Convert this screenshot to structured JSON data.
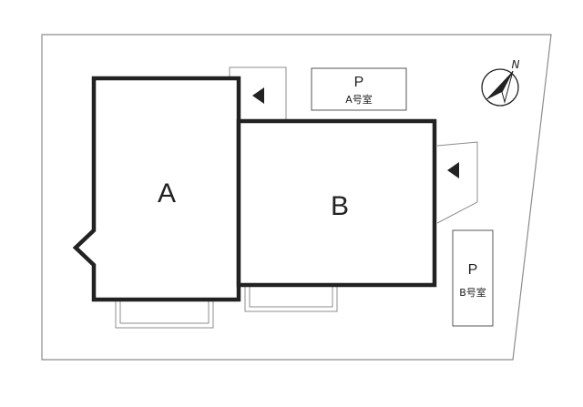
{
  "buildings": [
    {
      "label": "A"
    },
    {
      "label": "B"
    }
  ],
  "parking": [
    {
      "label": "P",
      "room": "A号室"
    },
    {
      "label": "P",
      "room": "B号室"
    }
  ],
  "compass": {
    "label": "N"
  },
  "icons": {
    "entrance": "triangle-left-arrow-icon",
    "compass": "north-arrow-icon"
  },
  "colors": {
    "building_outline": "#222222",
    "site_outline": "#8c8c8c",
    "background": "#ffffff"
  }
}
